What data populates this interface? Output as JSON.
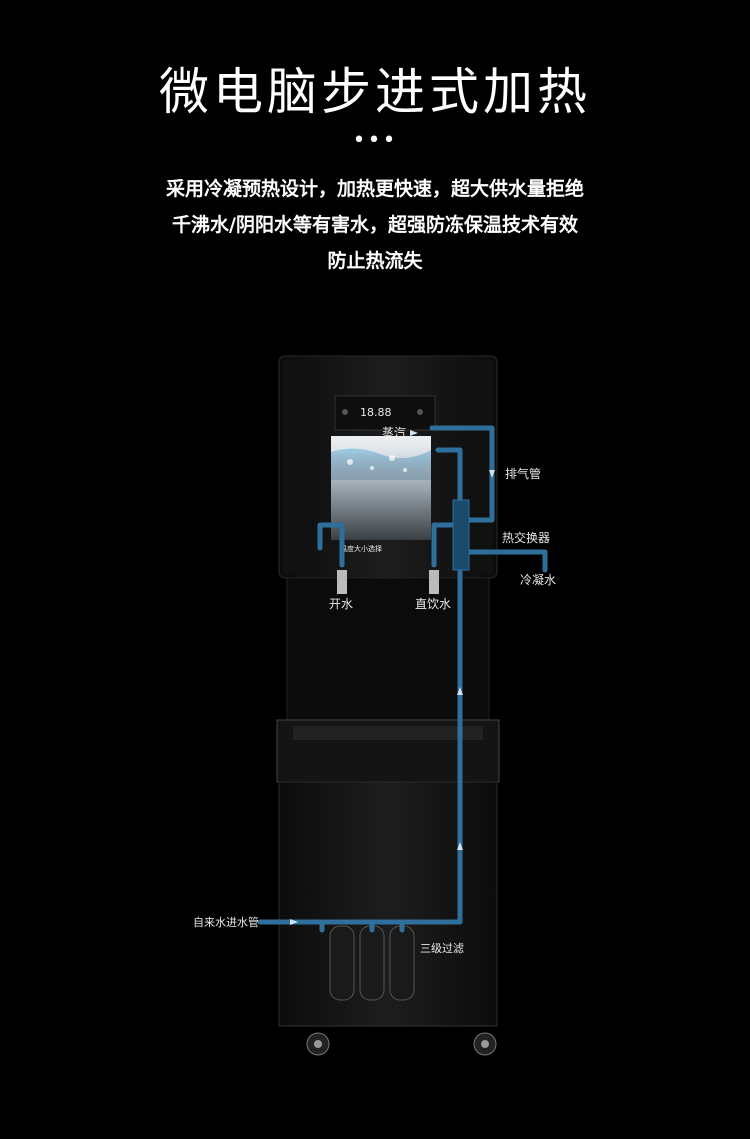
{
  "header": {
    "title": "微电脑步进式加热",
    "dots": "•••"
  },
  "description": {
    "lines": [
      "采用冷凝预热设计，加热更快速，超大供水量拒绝",
      "千沸水/阴阳水等有害水，超强防冻保温技术有效",
      "防止热流失"
    ]
  },
  "diagram": {
    "labels": {
      "steam": "蒸汽",
      "exhaust_pipe": "排气管",
      "heat_exchanger": "热交换器",
      "condensed_water": "冷凝水",
      "boiled_water": "开水",
      "drinking_water": "直饮水",
      "tap_water_inlet": "自来水进水管",
      "three_stage_filter": "三级过滤"
    },
    "pipe_color": "#2f6f9c",
    "panel_display": "18.88",
    "panel_caption": "温度大小选择"
  }
}
